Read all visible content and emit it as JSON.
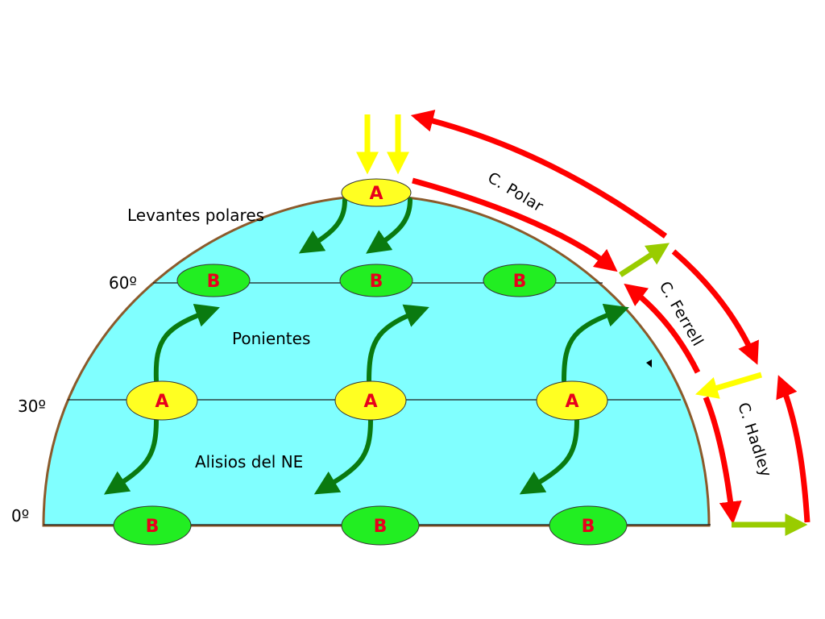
{
  "colors": {
    "ocean": "#80ffff",
    "border": "#8b5a2b",
    "high_pressure": "#ffff22",
    "low_pressure": "#22ee22",
    "pressure_text": "#e8001c",
    "wind_arrow": "#0a7a10",
    "cell_arrow": "#ff0000",
    "descending_air": "#ffff00",
    "transition_arrow": "#99cc00"
  },
  "latitudes": {
    "lat60": "60º",
    "lat30": "30º",
    "lat0": "0º"
  },
  "winds": {
    "polar_easterlies": "Levantes polares",
    "westerlies": "Ponientes",
    "trade_winds": "Alisios del NE"
  },
  "cells": {
    "polar": "C. Polar",
    "ferrell": "C. Ferrell",
    "hadley": "C. Hadley"
  },
  "pressure": {
    "pole": "A",
    "lat60": [
      "B",
      "B",
      "B"
    ],
    "lat30": [
      "A",
      "A",
      "A"
    ],
    "equator": [
      "B",
      "B",
      "B"
    ]
  },
  "icons": {
    "wind_arrow": "curved-arrow-icon",
    "cell_arrow": "curved-arrow-icon",
    "descending_air": "down-arrow-icon",
    "transition": "right-arrow-icon"
  }
}
